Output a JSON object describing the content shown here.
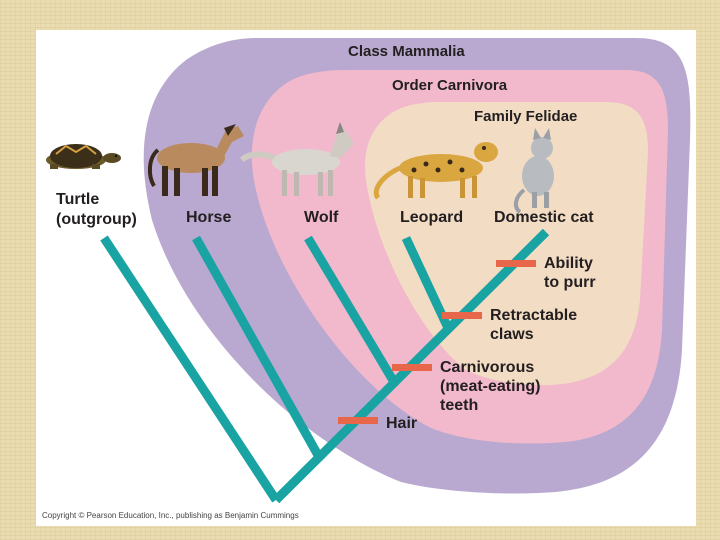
{
  "groups": {
    "mammalia": "Class Mammalia",
    "carnivora": "Order Carnivora",
    "felidae": "Family Felidae"
  },
  "taxa": {
    "turtle_line1": "Turtle",
    "turtle_line2": "(outgroup)",
    "horse": "Horse",
    "wolf": "Wolf",
    "leopard": "Leopard",
    "cat": "Domestic cat"
  },
  "traits": {
    "purr_line1": "Ability",
    "purr_line2": "to purr",
    "claws_line1": "Retractable",
    "claws_line2": "claws",
    "teeth_line1": "Carnivorous",
    "teeth_line2": "(meat-eating)",
    "teeth_line3": "teeth",
    "hair": "Hair"
  },
  "copyright": "Copyright © Pearson Education, Inc., publishing as Benjamin Cummings",
  "colors": {
    "mammalia": "#b9a9d0",
    "carnivora": "#f2b9cc",
    "felidae": "#f2dcc4",
    "branch": "#1aa3a3",
    "trait_bar": "#e8664a",
    "background": "#eadcb0"
  }
}
